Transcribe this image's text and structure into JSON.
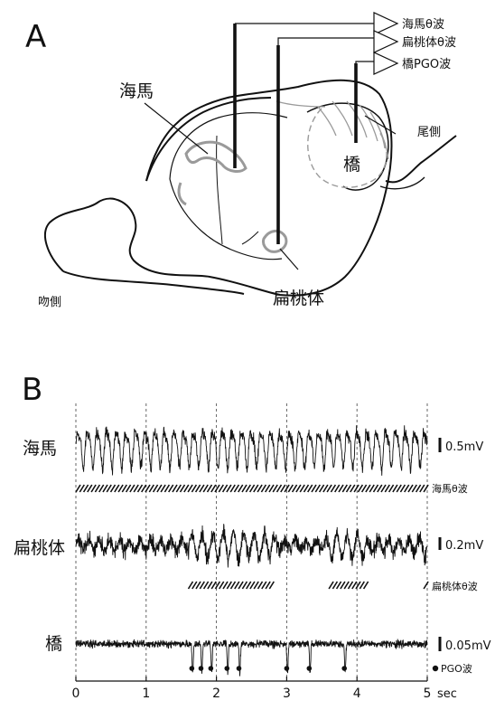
{
  "panel_a": {
    "label": "A",
    "amplifiers": [
      "海馬θ波",
      "扁桃体θ波",
      "橋PGO波"
    ],
    "structures": {
      "hippocampus": "海馬",
      "pons": "橋",
      "amygdala": "扁桃体",
      "rostral": "吻側",
      "caudal": "尾側"
    }
  },
  "panel_b": {
    "label": "B",
    "traces": [
      {
        "name": "海馬",
        "scale": "0.5mV",
        "annotation": "海馬θ波"
      },
      {
        "name": "扁桃体",
        "scale": "0.2mV",
        "annotation": "扁桃体θ波"
      },
      {
        "name": "橋",
        "scale": "0.05mV",
        "annotation": "PGO波"
      }
    ],
    "amygdala_theta_epochs": [
      [
        1.6,
        2.8
      ],
      [
        3.6,
        4.1
      ],
      [
        4.95,
        5.0
      ]
    ],
    "pgo_events_sec": [
      1.65,
      1.78,
      1.92,
      2.15,
      2.32,
      3.0,
      3.32,
      3.82
    ]
  },
  "chart_data": {
    "type": "line",
    "xlabel": "sec",
    "xlim": [
      0,
      5
    ],
    "x_ticks": [
      "0",
      "1",
      "2",
      "3",
      "4",
      "5"
    ],
    "series": [
      {
        "name": "海馬"
      },
      {
        "name": "扁桃体"
      },
      {
        "name": "橋"
      }
    ]
  }
}
